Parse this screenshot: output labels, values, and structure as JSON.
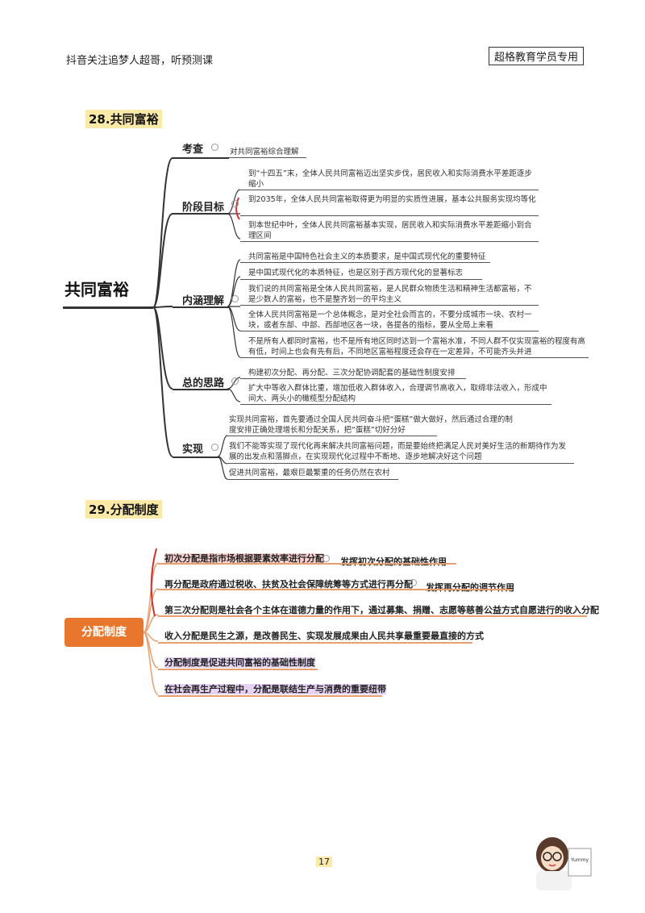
{
  "header": {
    "left": "抖音关注追梦人超哥，听预测课",
    "right": "超格教育学员专用"
  },
  "section28": {
    "title": "28.共同富裕",
    "root": "共同富裕",
    "b1": {
      "label": "考查",
      "items": [
        "对共同富裕综合理解"
      ]
    },
    "b2": {
      "label": "阶段目标",
      "items": [
        "到“十四五”末，全体人民共同富裕迈出坚实步伐，居民收入和实际消费水平差距逐步缩小",
        "到2035年，全体人民共同富裕取得更为明显的实质性进展，基本公共服务实现均等化",
        "到本世纪中叶，全体人民共同富裕基本实现，居民收入和实际消费水平差距缩小到合理区间"
      ]
    },
    "b3": {
      "label": "内涵理解",
      "items": [
        "共同富裕是中国特色社会主义的本质要求，是中国式现代化的重要特征",
        "是中国式现代化的本质特征，也是区别于西方现代化的显著标志",
        "我们说的共同富裕是全体人民共同富裕，是人民群众物质生活和精神生活都富裕，不是少数人的富裕，也不是整齐划一的平均主义",
        "全体人民共同富裕是一个总体概念，是对全社会而言的，不要分成城市一块、农村一块，或者东部、中部、西部地区各一块，各提各的指标，要从全局上来看",
        "不是所有人都同时富裕，也不是所有地区同时达到一个富裕水准，不同人群不仅实现富裕的程度有高有低，时间上也会有先有后，不同地区富裕程度还会存在一定差异，不可能齐头并进"
      ]
    },
    "b4": {
      "label": "总的思路",
      "items": [
        "构建初次分配、再分配、三次分配协调配套的基础性制度安排",
        "扩大中等收入群体比重，增加低收入群体收入，合理调节高收入，取缔非法收入，形成中间大、两头小的橄榄型分配结构"
      ]
    },
    "b5": {
      "label": "实现",
      "items": [
        "实现共同富裕，首先要通过全国人民共同奋斗把“蛋糕”做大做好，然后通过合理的制度安排正确处理增长和分配关系，把“蛋糕”切好分好",
        "我们不能等实现了现代化再来解决共同富裕问题，而是要始终把满足人民对美好生活的新期待作为发展的出发点和落脚点，在实现现代化过程中不断地、逐步地解决好这个问题",
        "促进共同富裕，最艰巨最繁重的任务仍然在农村"
      ]
    }
  },
  "section29": {
    "title": "29.分配制度",
    "root": "分配制度",
    "items": [
      "初次分配是指市场根据要素效率进行分配",
      "再分配是政府通过税收、扶贫及社会保障统筹等方式进行再分配",
      "第三次分配则是社会各个主体在道德力量的作用下，通过募集、捐赠、志愿等慈善公益方式自愿进行的收入分配",
      "收入分配是民生之源，是改善民生、实现发展成果由人民共享最重要最直接的方式",
      "分配制度是促进共同富裕的基础性制度",
      "在社会再生产过程中，分配是联结生产与消费的重要纽带"
    ],
    "notes": [
      "发挥初次分配的基础性作用",
      "发挥再分配的调节作用"
    ]
  },
  "page_number": "17",
  "avatar_sign": "Yummy"
}
